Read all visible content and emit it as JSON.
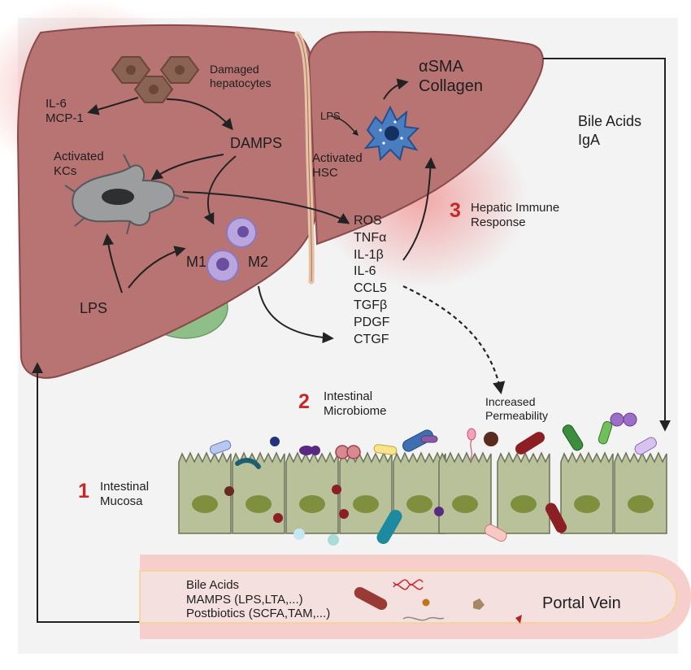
{
  "liver_left": {
    "damaged_hepatocytes": [
      "Damaged",
      "hepatocytes"
    ],
    "cytokines": [
      "IL-6",
      "MCP-1"
    ],
    "damps": "DAMPS",
    "activated_kcs": [
      "Activated",
      "KCs"
    ],
    "m1": "M1",
    "m2": "M2",
    "lps": "LPS"
  },
  "liver_right": {
    "lps": "LPS",
    "activated_hsc": [
      "Activated",
      "HSC"
    ],
    "products": [
      "αSMA",
      "Collagen"
    ]
  },
  "mediators": [
    "ROS",
    "TNFα",
    "IL-1β",
    "IL-6",
    "CCL5",
    "TGFβ",
    "PDGF",
    "CTGF"
  ],
  "bile_export": [
    "Bile Acids",
    "IgA"
  ],
  "steps": [
    {
      "number": "1",
      "lines": [
        "Intestinal",
        "Mucosa"
      ]
    },
    {
      "number": "2",
      "lines": [
        "Intestinal",
        "Microbiome"
      ]
    },
    {
      "number": "3",
      "lines": [
        "Hepatic Immune",
        "Response"
      ]
    }
  ],
  "permeability": [
    "Increased",
    "Permeability"
  ],
  "portal_vein": {
    "title": "Portal Vein",
    "contents": [
      "Bile Acids",
      "MAMPS (LPS,LTA,...)",
      "Postbiotics (SCFA,TAM,...)"
    ]
  },
  "colors": {
    "liver": "#b87473",
    "liver_dark": "#8a4a4a",
    "gallbladder": "#8fbf88",
    "enterocyte": "#b9c19a",
    "vein": "#f6cfcd",
    "step_number": "#c8272a"
  }
}
